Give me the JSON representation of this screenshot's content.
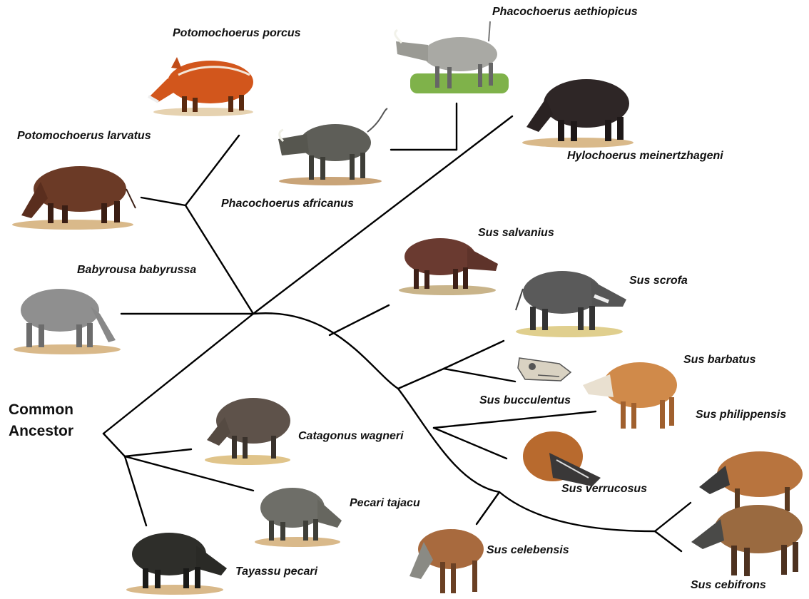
{
  "root": {
    "line1": "Common",
    "line2": "Ancestor"
  },
  "species": {
    "potomochoerus_porcus": "Potomochoerus porcus",
    "potomochoerus_larvatus": "Potomochoerus larvatus",
    "phacochoerus_aethiopicus": "Phacochoerus aethiopicus",
    "phacochoerus_africanus": "Phacochoerus africanus",
    "hylochoerus_meinertzhageni": "Hylochoerus meinertzhageni",
    "babyrousa_babyrussa": "Babyrousa babyrussa",
    "sus_salvanius": "Sus salvanius",
    "sus_scrofa": "Sus scrofa",
    "sus_barbatus": "Sus barbatus",
    "sus_bucculentus": "Sus bucculentus",
    "sus_philippensis": "Sus philippensis",
    "sus_verrucosus": "Sus verrucosus",
    "sus_celebensis": "Sus celebensis",
    "sus_cebifrons": "Sus cebifrons",
    "catagonus_wagneri": "Catagonus wagneri",
    "pecari_tajacu": "Pecari tajacu",
    "tayassu_pecari": "Tayassu pecari"
  },
  "colors": {
    "branch": "#000000",
    "ground": "#d9b98a",
    "grass": "#7fb24a",
    "red_river_hog": "#d2561c",
    "dark_hog": "#3a3030",
    "brown_hog": "#6b3a26",
    "gray_hog": "#8f8f8f",
    "warthog": "#5e5e58",
    "bearded_pig": "#d08a4a",
    "warty_pig": "#b86a2e"
  }
}
